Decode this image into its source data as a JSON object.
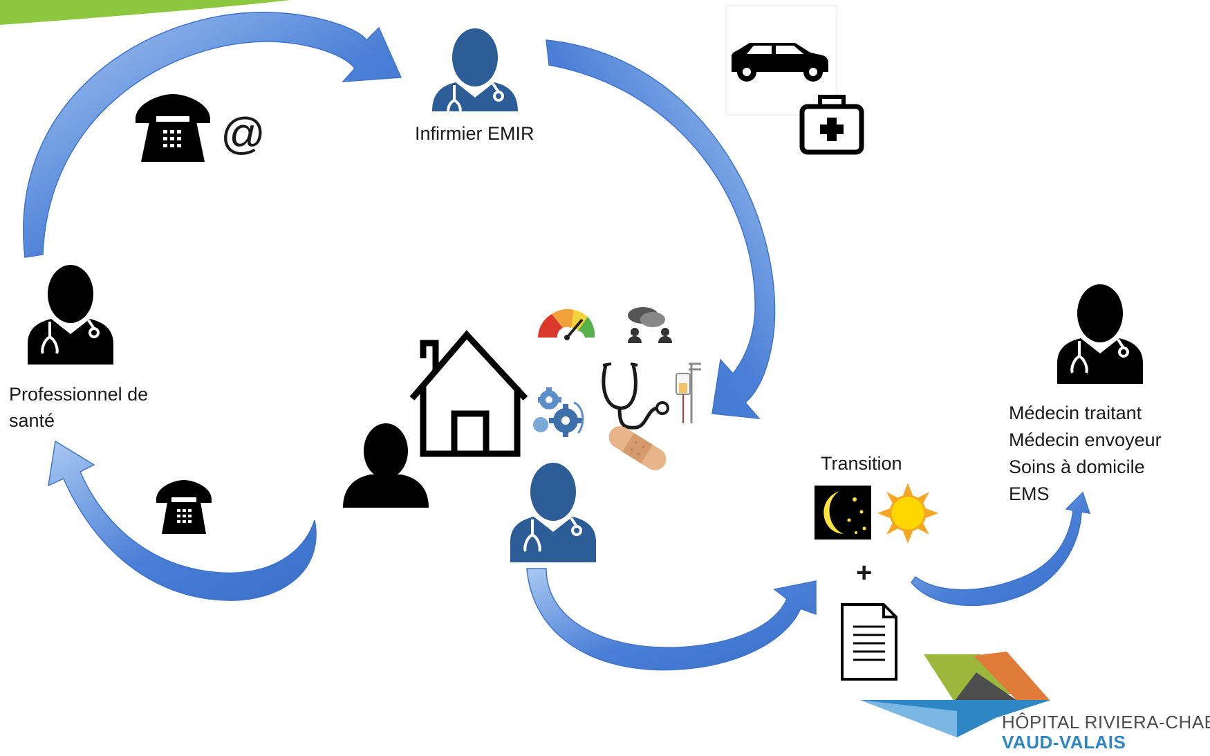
{
  "nodes": {
    "nurse_emir": "Infirmier EMIR",
    "health_professional": [
      "Professionnel de",
      "santé"
    ],
    "recipients": [
      "Médecin traitant",
      "Médecin envoyeur",
      "Soins à domicile",
      "EMS"
    ],
    "transition": "Transition"
  },
  "contact_symbol": "@",
  "plus_symbol": "+",
  "logo": {
    "line1": "HÔPITAL RIVIERA-CHABLAIS",
    "line2": "VAUD-VALAIS"
  },
  "colors": {
    "arrow": "#4a7fd6",
    "arrow_light": "#a9c8f2",
    "nurse_blue": "#2c5d97",
    "black": "#000000",
    "logo_green": "#9cb83c",
    "logo_orange": "#e07b39",
    "logo_gray": "#4d4d4d",
    "logo_blue": "#2f86c5",
    "logo_text_gray": "#4d4d4d",
    "logo_text_blue": "#2f86c5",
    "corner_green": "#8dc63f"
  },
  "icons": [
    "telephone-icon",
    "at-sign",
    "nurse-icon",
    "car-icon",
    "first-aid-kit-icon",
    "doctor-icon",
    "house-icon",
    "patient-icon",
    "gears-icon",
    "pain-scale-icon",
    "conversation-icon",
    "stethoscope-icon",
    "iv-drip-icon",
    "bandage-icon",
    "moon-icon",
    "sun-icon",
    "document-icon",
    "hospital-logo"
  ]
}
